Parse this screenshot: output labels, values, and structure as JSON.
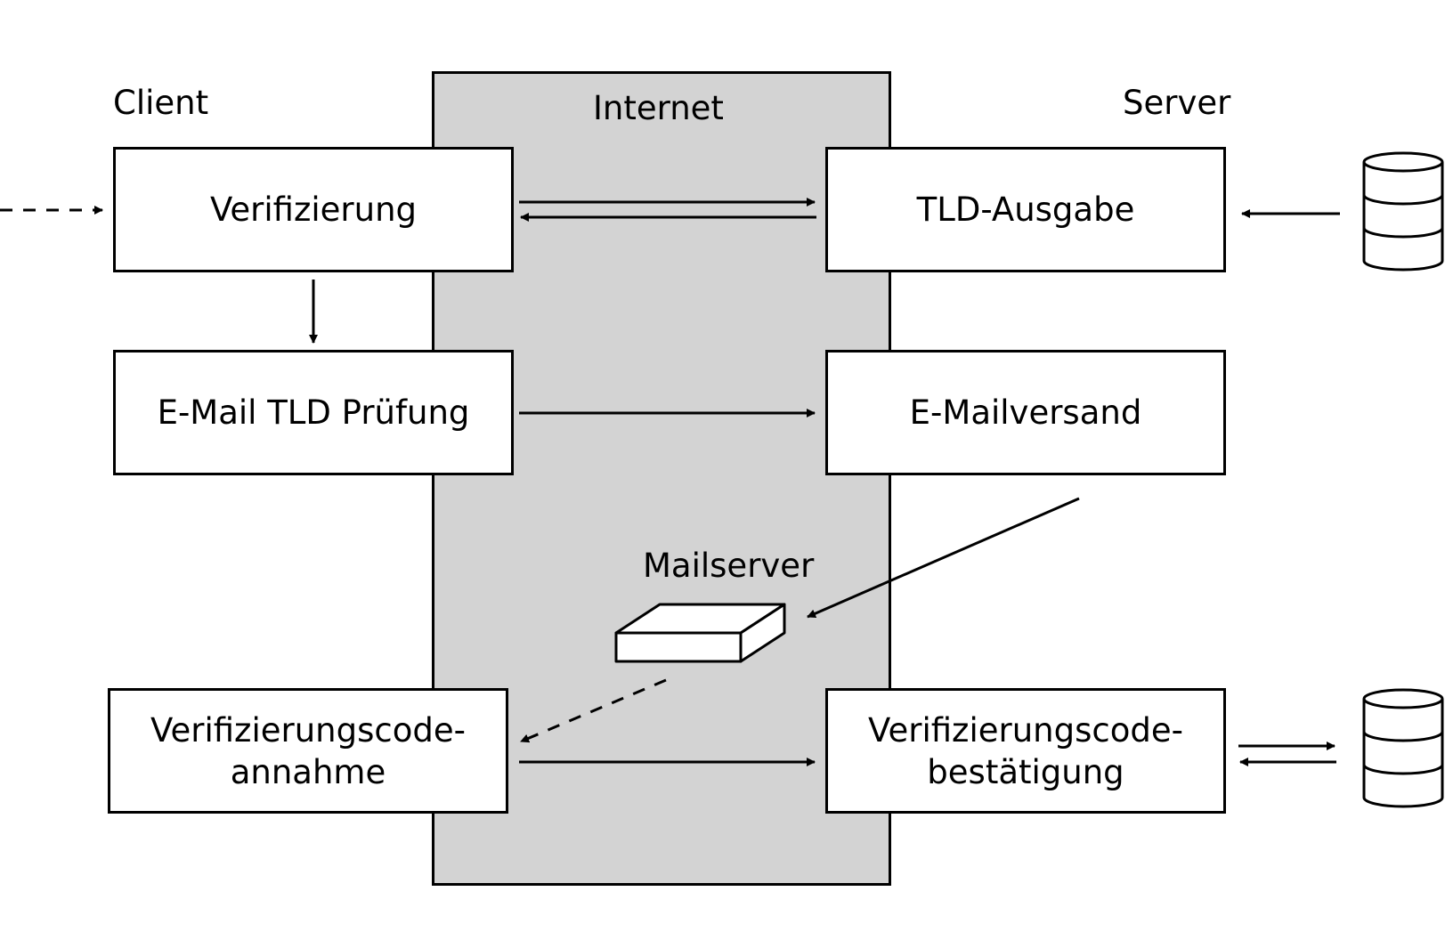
{
  "labels": {
    "client": "Client",
    "internet": "Internet",
    "server": "Server",
    "mailserver": "Mailserver"
  },
  "nodes": {
    "verifizierung": "Verifizierung",
    "tld_ausgabe": "TLD-Ausgabe",
    "email_tld_pruefung": "E-Mail TLD Prüfung",
    "email_versand": "E-Mailversand",
    "code_annahme": {
      "line1": "Verifizierungscode-",
      "line2": "annahme"
    },
    "code_bestaetigung": {
      "line1": "Verifizierungscode-",
      "line2": "bestätigung"
    }
  },
  "icons": {
    "databases": [
      "database-icon",
      "database-icon"
    ],
    "mailserver": "server-box-icon"
  },
  "colors": {
    "internet_zone": "#d3d3d3",
    "stroke": "#000000"
  }
}
